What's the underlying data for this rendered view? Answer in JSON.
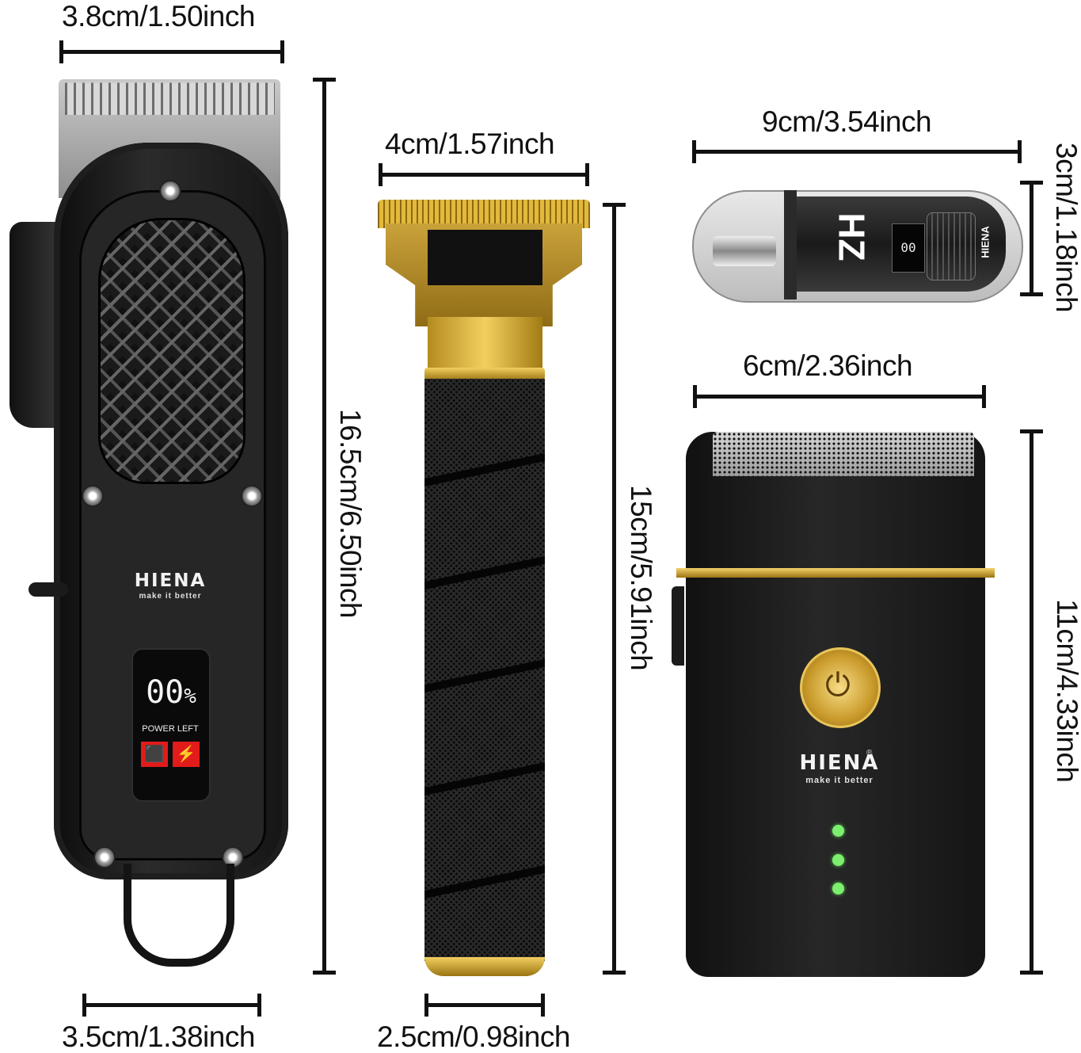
{
  "products": {
    "clipper": {
      "width_top": "3.8cm/1.50inch",
      "width_bottom": "3.5cm/1.38inch",
      "height": "16.5cm/6.50inch",
      "brand": "HIENA",
      "tagline": "make it better",
      "display": {
        "digits": "00",
        "unit": "%",
        "label": "POWER LEFT"
      },
      "icons": [
        "oil-icon",
        "plug-icon"
      ]
    },
    "t_trimmer": {
      "width_top": "4cm/1.57inch",
      "width_bottom": "2.5cm/0.98inch",
      "height": "15cm/5.91inch"
    },
    "nose_trimmer": {
      "width": "9cm/3.54inch",
      "height": "3cm/1.18inch",
      "logo": "HZ",
      "display": "00",
      "brand": "HIENA"
    },
    "shaver": {
      "width": "6cm/2.36inch",
      "height": "11cm/4.33inch",
      "brand": "HIENA",
      "registered": "®",
      "tagline": "make it better",
      "power_glyph": "⏻",
      "led_color": "#7cef6e",
      "led_count": 3
    }
  },
  "colors": {
    "gold": "#d4a72c",
    "body_black": "#1a1a1a",
    "lcd_red": "#e21b1b"
  }
}
